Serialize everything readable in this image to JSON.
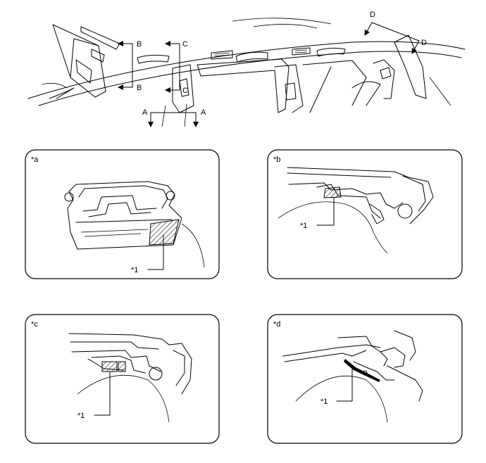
{
  "overview": {
    "section_labels": {
      "b_top": "B",
      "b_bottom": "B",
      "c_top": "C",
      "c_bottom": "C",
      "a_left": "A",
      "a_right": "A",
      "d_left": "D",
      "d_right": "D"
    }
  },
  "panels": [
    {
      "id": "a",
      "tag": "*a",
      "callout": "*1"
    },
    {
      "id": "b",
      "tag": "*b",
      "callout": "*1"
    },
    {
      "id": "c",
      "tag": "*c",
      "callout": "*1"
    },
    {
      "id": "d",
      "tag": "*d",
      "callout": "*1"
    }
  ]
}
